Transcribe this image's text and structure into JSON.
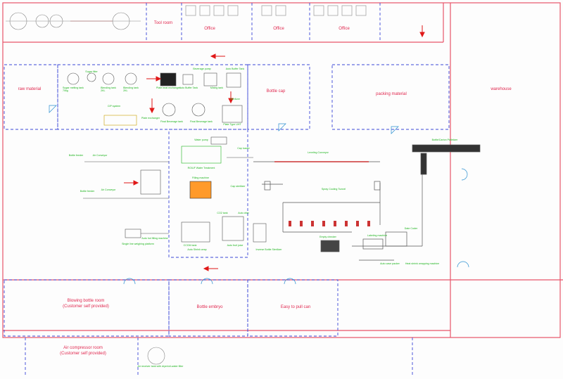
{
  "colors": {
    "wall": "#e8546a",
    "partition": "#3a46d8",
    "room_text": "#e0284f",
    "equipment_text": "#1db41d",
    "arrow": "#e01818",
    "equipment_line": "#555555",
    "door": "#2a8fd0"
  },
  "rooms": {
    "tool_room": "Tool room",
    "office_1": "Office",
    "office_2": "Office",
    "office_3": "Office",
    "raw_material": "raw material",
    "bottle_cap": "Bottle cap",
    "packing_material": "packing material",
    "warehouse": "warehouse",
    "blowing_room_title": "Blowing bottle room",
    "blowing_room_note": "(Customer self provided)",
    "bottle_embryo": "Bottle embryo",
    "easy_pull_can": "Easy to pull can",
    "air_compressor_title": "Air compressor room",
    "air_compressor_note": "(Customer self provided)"
  },
  "equipment": {
    "sugar_melting_tank": "Sugar melting tank",
    "sugar_melting_tank_cap": "70kg",
    "blending_tank_1": "Blending tank",
    "blending_tank_1_cap": "2KL",
    "blending_tank_2": "Blending tank",
    "blending_tank_2_cap": "2KL",
    "sugar_filter": "Sugar filter",
    "heat_exchanger": "Plate heat exchanger",
    "auto_buffer_tank": "Auto Buffer Tank",
    "beverage_pump": "Beverage pump",
    "mixing_tank": "Mixing tank",
    "auto_buffer_tank_2": "Auto Buffer Tank",
    "sterilizer": "Sterilizer",
    "cip_system": "CIP system",
    "plate_exchanger": "Plate exchanger",
    "final_beverage_tank_1": "Final Beverage tank",
    "final_beverage_tank_2": "Final Beverage tank",
    "plate_type_uht": "Plate Type UHT",
    "bottle_feeder": "Bottle feeder",
    "air_conveyor_1": "Air Conveyor",
    "bottle_feeder_2": "Bottle feeder",
    "air_conveyor_2": "Air Conveyor",
    "water_pump": "Water pump",
    "ro_water_tank": "RO/UF Water Treatment",
    "cap_loader": "Cap loader",
    "filling_machine": "Filling machine",
    "cap_sterilizer": "Cap sterilizer",
    "co2_tank": "CO2 tank",
    "auto_drier": "Auto drier",
    "auto_fruit_juice": "Auto fruit juice",
    "single_line_weighing": "Single line weighing platform",
    "hot_filling_machine": "Auto hot filling machine",
    "ccgm_tank": "CCGM tank",
    "auto_shrink_wrap": "Auto Shrink wrap",
    "inverse_bottle_sterilizer": "Inverse Bottle Sterilizer",
    "tunnel_pasteurizer": "Spray Cooling Tunnel",
    "leveling_conveyor": "Leveling Conveyor",
    "labeling_machine": "Labeling machine",
    "date_coder": "Date Coder",
    "empty_checker": "Empty checker",
    "auto_case_packer": "Auto case packer",
    "heat_wrap_machine": "Heat shrink wrapping machine",
    "palletizer": "Bottle/Carton Palletizer",
    "air_receiver_tank": "Air receiver tank with dryer/oil-water filter"
  }
}
